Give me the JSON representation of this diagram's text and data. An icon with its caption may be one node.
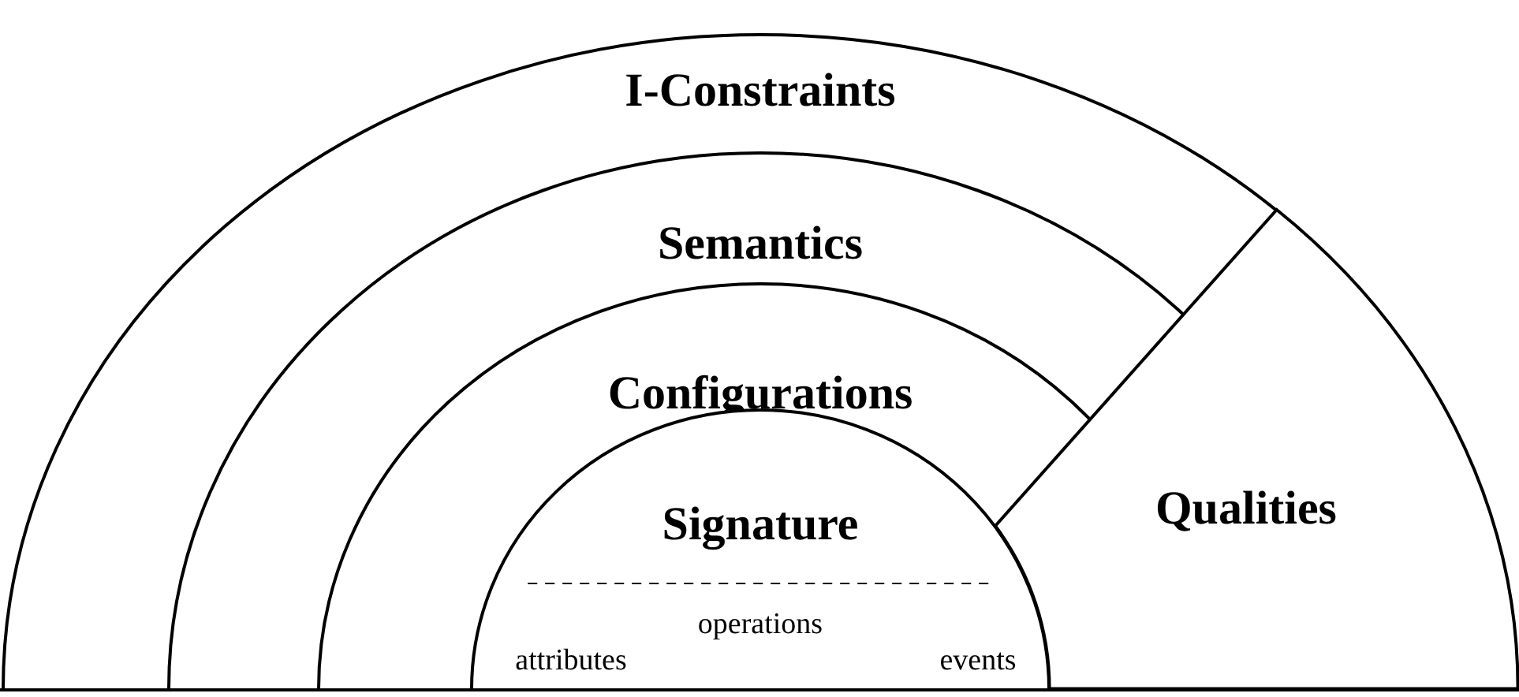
{
  "diagram": {
    "nodes": [
      {
        "text": [
          "I-Constraints"
        ]
      },
      {
        "text": [
          "Semantics"
        ],
        "in": 0
      },
      {
        "text": [
          "Configurations"
        ],
        "in": 1
      },
      {
        "text": [
          "Signature",
          "operations",
          "attributes",
          "events"
        ],
        "in": 2
      },
      {
        "text": [
          "Qualities"
        ],
        "in": 0
      }
    ]
  }
}
